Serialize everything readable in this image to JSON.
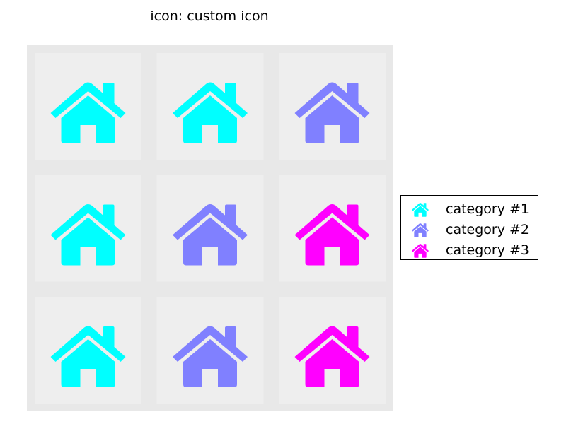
{
  "chart_data": {
    "type": "waffle",
    "title": "icon: custom icon",
    "icon": "house-icon",
    "rows": 3,
    "columns": 3,
    "background_color": "#e8e8e8",
    "cell_color": "#eeeeee",
    "series": [
      {
        "name": "category #1",
        "value": 4,
        "color": "#00ffff"
      },
      {
        "name": "category #2",
        "value": 3,
        "color": "#8080ff"
      },
      {
        "name": "category #3",
        "value": 2,
        "color": "#ff00ff"
      }
    ],
    "cells": [
      [
        "category #1",
        "category #1",
        "category #2"
      ],
      [
        "category #1",
        "category #2",
        "category #3"
      ],
      [
        "category #1",
        "category #2",
        "category #3"
      ]
    ],
    "legend": {
      "placement": "right"
    }
  }
}
